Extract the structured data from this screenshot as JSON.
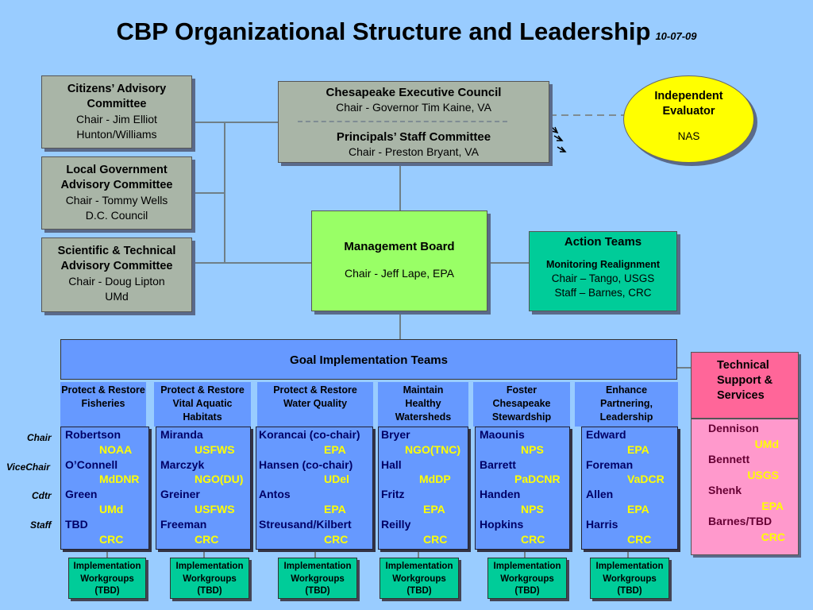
{
  "title": "CBP Organizational Structure and Leadership",
  "date": "10-07-09",
  "advisory": [
    {
      "name": "Citizens’ Advisory Committee",
      "line1": "Chair - Jim Elliot",
      "line2": "Hunton/Williams"
    },
    {
      "name": "Local Government Advisory Committee",
      "line1": "Chair - Tommy Wells",
      "line2": "D.C. Council"
    },
    {
      "name": "Scientific & Technical Advisory Committee",
      "line1": "Chair - Doug Lipton",
      "line2": "UMd"
    }
  ],
  "executive": {
    "council": "Chesapeake Executive Council",
    "council_chair": "Chair - Governor Tim Kaine, VA",
    "psc": "Principals’ Staff Committee",
    "psc_chair": "Chair - Preston Bryant, VA"
  },
  "evaluator": {
    "title": "Independent Evaluator",
    "org": "NAS"
  },
  "management": {
    "title": "Management Board",
    "chair": "Chair - Jeff Lape, EPA"
  },
  "action": {
    "title": "Action Teams",
    "sub": "Monitoring Realignment",
    "chair": "Chair – Tango, USGS",
    "staff": "Staff – Barnes, CRC"
  },
  "git": {
    "title": "Goal Implementation Teams"
  },
  "row_labels": [
    "Chair",
    "ViceChair",
    "Cdtr",
    "Staff"
  ],
  "goals": [
    {
      "head": "Protect & Restore Fisheries",
      "members": [
        [
          "Robertson",
          "NOAA"
        ],
        [
          "O’Connell",
          "MdDNR"
        ],
        [
          "Green",
          "UMd"
        ],
        [
          "TBD",
          "CRC"
        ]
      ]
    },
    {
      "head": "Protect & Restore Vital Aquatic Habitats",
      "members": [
        [
          "Miranda",
          "USFWS"
        ],
        [
          "Marczyk",
          "NGO(DU)"
        ],
        [
          "Greiner",
          "USFWS"
        ],
        [
          "Freeman",
          "CRC"
        ]
      ]
    },
    {
      "head": "Protect & Restore Water Quality",
      "members": [
        [
          "Korancai (co-chair)",
          "EPA"
        ],
        [
          "Hansen (co-chair)",
          "UDel"
        ],
        [
          "Antos",
          "EPA"
        ],
        [
          "Streusand/Kilbert",
          "CRC"
        ]
      ]
    },
    {
      "head": "Maintain Healthy Watersheds",
      "members": [
        [
          "Bryer",
          "NGO(TNC)"
        ],
        [
          "Hall",
          "MdDP"
        ],
        [
          "Fritz",
          "EPA"
        ],
        [
          "Reilly",
          "CRC"
        ]
      ]
    },
    {
      "head": "Foster Chesapeake Stewardship",
      "members": [
        [
          "Maounis",
          "NPS"
        ],
        [
          "Barrett",
          "PaDCNR"
        ],
        [
          "Handen",
          "NPS"
        ],
        [
          "Hopkins",
          "CRC"
        ]
      ]
    },
    {
      "head": "Enhance Partnering, Leadership",
      "members": [
        [
          "Edward",
          "EPA"
        ],
        [
          "Foreman",
          "VaDCR"
        ],
        [
          "Allen",
          "EPA"
        ],
        [
          "Harris",
          "CRC"
        ]
      ]
    }
  ],
  "workgroup_label": "Implementation Workgroups (TBD)",
  "technical": {
    "title": "Technical Support & Services",
    "members": [
      [
        "Dennison",
        "UMd"
      ],
      [
        "Bennett",
        "USGS"
      ],
      [
        "Shenk",
        "EPA"
      ],
      [
        "Barnes/TBD",
        "CRC"
      ]
    ]
  }
}
